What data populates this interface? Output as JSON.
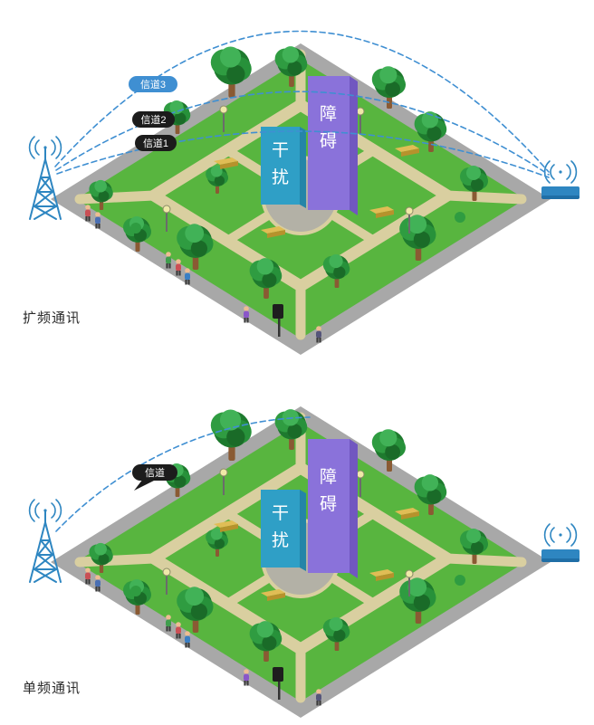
{
  "scenes": [
    {
      "title": "扩频通讯",
      "channels": [
        {
          "label": "信道3",
          "style": "blue"
        },
        {
          "label": "信道2",
          "style": "dark"
        },
        {
          "label": "信道1",
          "style": "dark"
        }
      ]
    },
    {
      "title": "单频通讯",
      "channels": [
        {
          "label": "信道",
          "style": "dark"
        }
      ]
    }
  ],
  "labels": {
    "obstacle": "障碍",
    "interference": "干扰"
  },
  "colors": {
    "channel_line": "#3f8fd2",
    "channel_pill_blue": "#3f8fd2",
    "channel_pill_dark": "#1c1c1c",
    "obstacle_block": "#8a72da",
    "interference_block": "#2f9fc6",
    "grass": "#58b53f",
    "sidewalk": "#a8a8a8",
    "path": "#d9cfa0",
    "tower_blue": "#2e86c1"
  }
}
